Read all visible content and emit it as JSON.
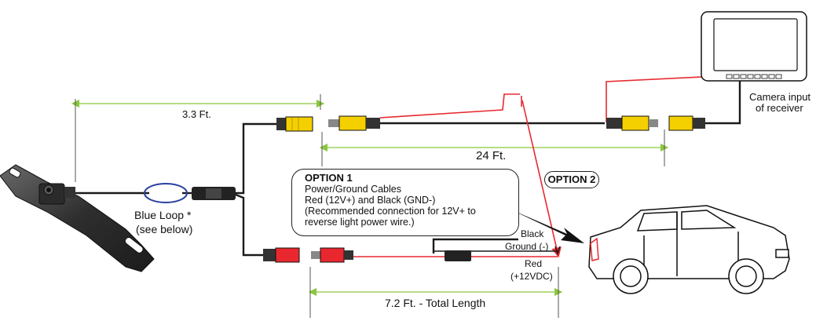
{
  "labels": {
    "len_3_3": "3.3 Ft.",
    "len_24": "24 Ft.",
    "len_7_2": "7.2 Ft. - Total Length",
    "blue_loop_1": "Blue Loop *",
    "blue_loop_2": "(see below)",
    "camera_input_1": "Camera input",
    "camera_input_2": "of receiver",
    "black": "Black",
    "ground": "Ground (-)",
    "red": "Red",
    "plus12": "(+12VDC)"
  },
  "option1": {
    "title": "OPTION 1",
    "lines": [
      "Power/Ground Cables",
      "Red (12V+) and Black (GND-)",
      "(Recommended connection for 12V+ to",
      "reverse light power wire.)"
    ]
  },
  "option2": {
    "title": "OPTION 2"
  },
  "colors": {
    "wire": "#1a1a1a",
    "red_wire": "#e8282e",
    "dimension": "#8cc63f",
    "rca_yellow": "#f5d000",
    "rca_red": "#e8282e",
    "blue_loop": "#2a3f9e",
    "camera_body": "#3a3a3a"
  }
}
